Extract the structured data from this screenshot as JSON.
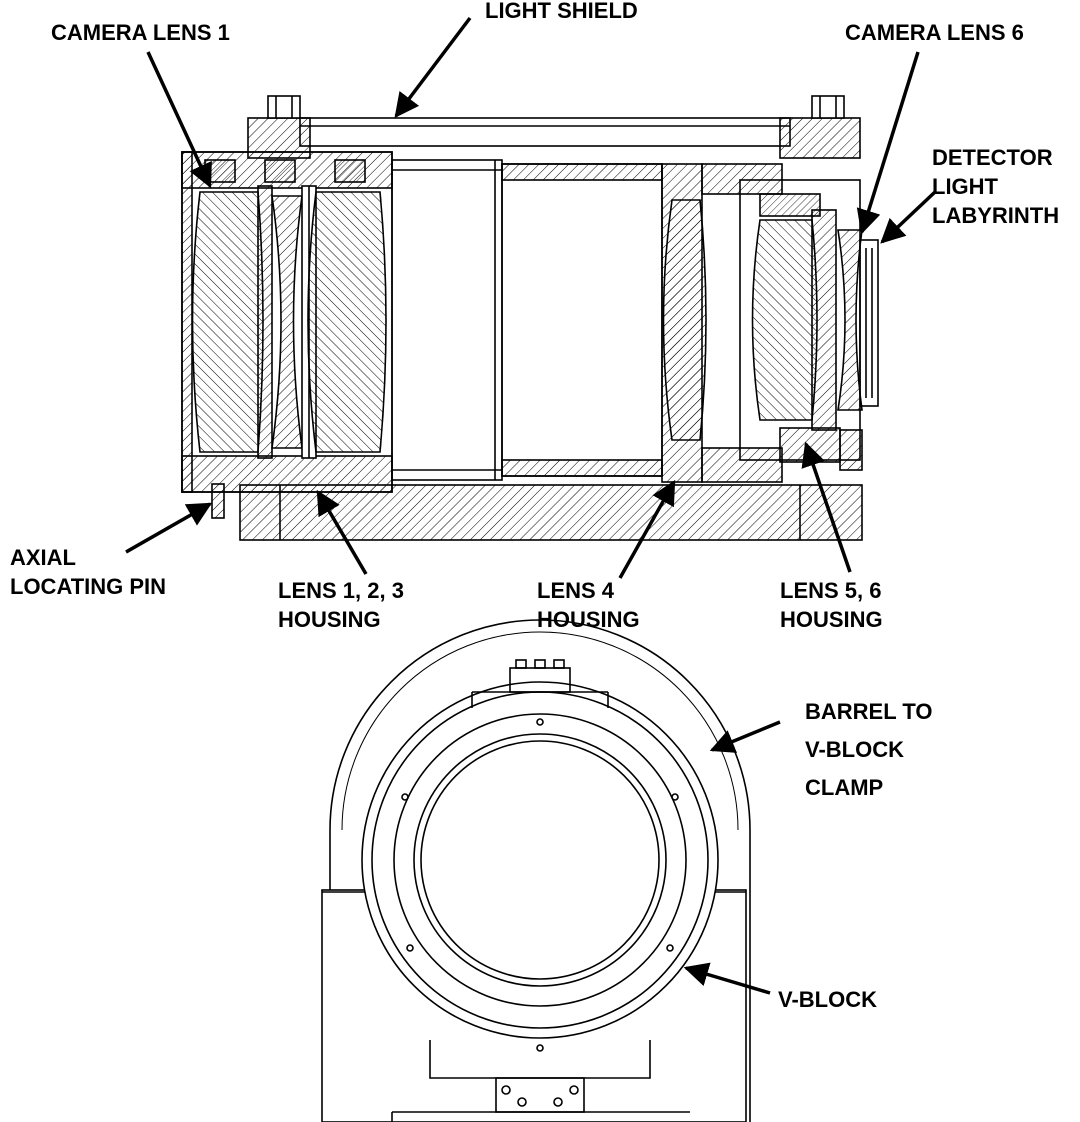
{
  "labels": {
    "camera_lens_1": [
      "CAMERA LENS 1"
    ],
    "light_shield": [
      "LIGHT SHIELD"
    ],
    "camera_lens_6": [
      "CAMERA LENS 6"
    ],
    "detector_light_labyrinth": [
      "DETECTOR",
      "LIGHT",
      "LABYRINTH"
    ],
    "axial_locating_pin": [
      "AXIAL",
      "LOCATING PIN"
    ],
    "lens_123_housing": [
      "LENS 1, 2, 3",
      "HOUSING"
    ],
    "lens_4_housing": [
      "LENS 4",
      "HOUSING"
    ],
    "lens_56_housing": [
      "LENS 5, 6",
      "HOUSING"
    ],
    "barrel_clamp": [
      "BARREL TO",
      "V-BLOCK",
      "CLAMP"
    ],
    "v_block": [
      "V-BLOCK"
    ]
  }
}
